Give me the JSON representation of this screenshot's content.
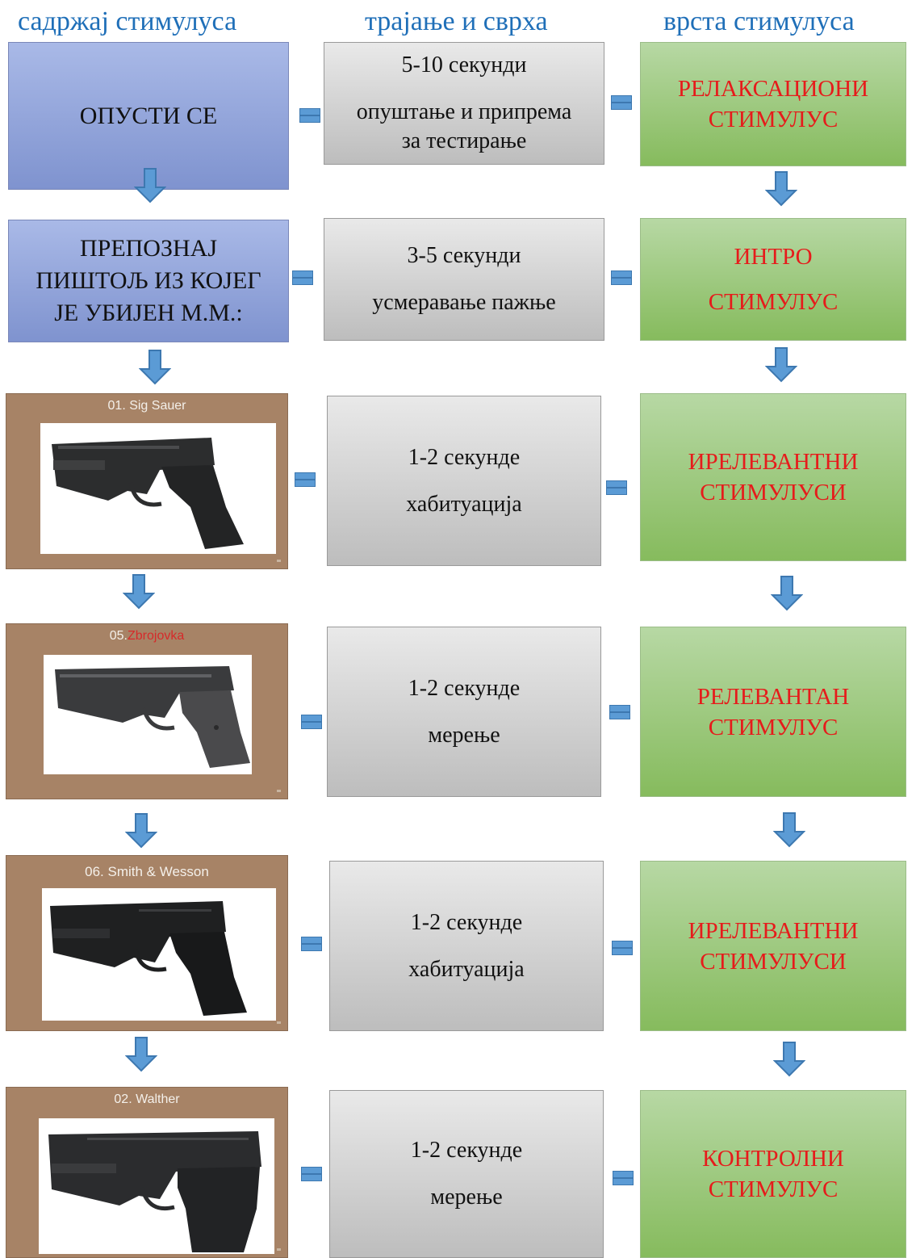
{
  "headers": [
    "садржај стимулуса",
    "трајање и сврха",
    "врста стимулуса"
  ],
  "rows": [
    {
      "content_type": "text",
      "content_lines": [
        "ОПУСТИ СЕ"
      ],
      "duration": "5-10 секунди",
      "purpose_lines": [
        "опуштање и припрема",
        "за тестирање"
      ],
      "stimulus_lines": [
        "РЕЛАКСАЦИОНИ",
        "СТИМУЛУС"
      ]
    },
    {
      "content_type": "text",
      "content_lines": [
        "ПРЕПОЗНАЈ",
        "ПИШТОЉ ИЗ КОЈЕГ",
        "ЈЕ УБИЈЕН М.М.:"
      ],
      "duration": "3-5 секунди",
      "purpose_lines": [
        "усмеравање пажње"
      ],
      "stimulus_lines": [
        "ИНТРО",
        "СТИМУЛУС"
      ]
    },
    {
      "content_type": "image",
      "slide_prefix": "01. ",
      "slide_name": "Sig Sauer",
      "pistol_icon": "pistol-sig-sauer-icon",
      "duration": "1-2 секунде",
      "purpose_lines": [
        "хабитуација"
      ],
      "stimulus_lines": [
        "ИРЕЛЕВАНТНИ",
        "СТИМУЛУСИ"
      ]
    },
    {
      "content_type": "image",
      "slide_prefix": "05.",
      "slide_name": "Zbrojovka",
      "slide_name_color": "#d62a2a",
      "pistol_icon": "pistol-zbrojovka-icon",
      "duration": "1-2 секунде",
      "purpose_lines": [
        "мерење"
      ],
      "stimulus_lines": [
        "РЕЛЕВАНТАН",
        "СТИМУЛУС"
      ]
    },
    {
      "content_type": "image",
      "slide_prefix": "06. ",
      "slide_name": "Smith & Wesson",
      "pistol_icon": "pistol-smith-wesson-icon",
      "duration": "1-2 секунде",
      "purpose_lines": [
        "хабитуација"
      ],
      "stimulus_lines": [
        "ИРЕЛЕВАНТНИ",
        "СТИМУЛУСИ"
      ]
    },
    {
      "content_type": "image",
      "slide_prefix": "02. ",
      "slide_name": "Walther",
      "pistol_icon": "pistol-walther-icon",
      "duration": "1-2 секунде",
      "purpose_lines": [
        "мерење"
      ],
      "stimulus_lines": [
        "КОНТРОЛНИ",
        "СТИМУЛУС"
      ]
    }
  ],
  "colors": {
    "header_text": "#1f6fb8",
    "stimulus_text": "#e61b1b",
    "connector": "#5b9bd5",
    "slide_background": "#a78366"
  }
}
